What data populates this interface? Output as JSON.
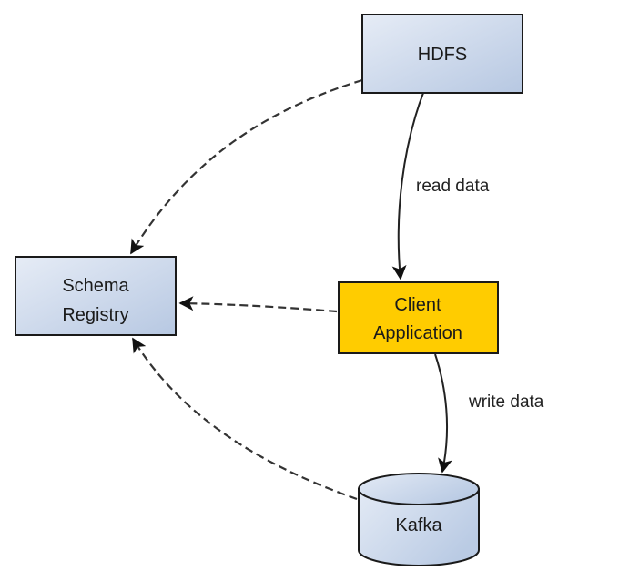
{
  "diagram": {
    "nodes": [
      {
        "id": "hdfs",
        "lines": [
          "HDFS"
        ],
        "shape": "rectangle",
        "fill": "blue-gradient"
      },
      {
        "id": "schema-registry",
        "lines": [
          "Schema",
          "Registry"
        ],
        "shape": "rectangle",
        "fill": "blue-gradient"
      },
      {
        "id": "client-application",
        "lines": [
          "Client",
          "Application"
        ],
        "shape": "rectangle",
        "fill": "#ffcc00"
      },
      {
        "id": "kafka",
        "lines": [
          "Kafka"
        ],
        "shape": "cylinder",
        "fill": "blue-gradient"
      }
    ],
    "edges": [
      {
        "from": "hdfs",
        "to": "client-application",
        "style": "solid",
        "label": "read data"
      },
      {
        "from": "client-application",
        "to": "kafka",
        "style": "solid",
        "label": "write data"
      },
      {
        "from": "hdfs",
        "to": "schema-registry",
        "style": "dashed",
        "label": ""
      },
      {
        "from": "client-application",
        "to": "schema-registry",
        "style": "dashed",
        "label": ""
      },
      {
        "from": "kafka",
        "to": "schema-registry",
        "style": "dashed",
        "label": ""
      }
    ],
    "colors": {
      "gradient_start": "#e6ecf6",
      "gradient_end": "#b7c8e2",
      "client_fill": "#ffcc00",
      "stroke": "#1a1a1a"
    }
  }
}
